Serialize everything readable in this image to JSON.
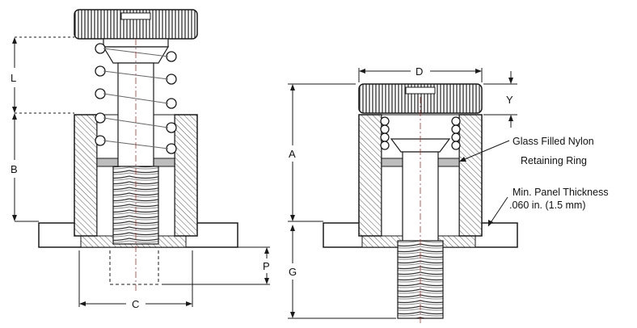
{
  "dimensions": {
    "L": "L",
    "B": "B",
    "C": "C",
    "P": "P",
    "D": "D",
    "Y": "Y",
    "A": "A",
    "G": "G"
  },
  "callouts": {
    "nylon_line1": "Glass Filled Nylon",
    "nylon_line2": "Retaining Ring",
    "panel_line1": "Min. Panel Thickness",
    "panel_line2": ".060 in. (1.5 mm)"
  },
  "colors": {
    "line": "#1a1a1a",
    "hatch": "#555555",
    "fill": "#ffffff",
    "ring": "#bdbdbd",
    "thread": "#9a9a9a"
  }
}
